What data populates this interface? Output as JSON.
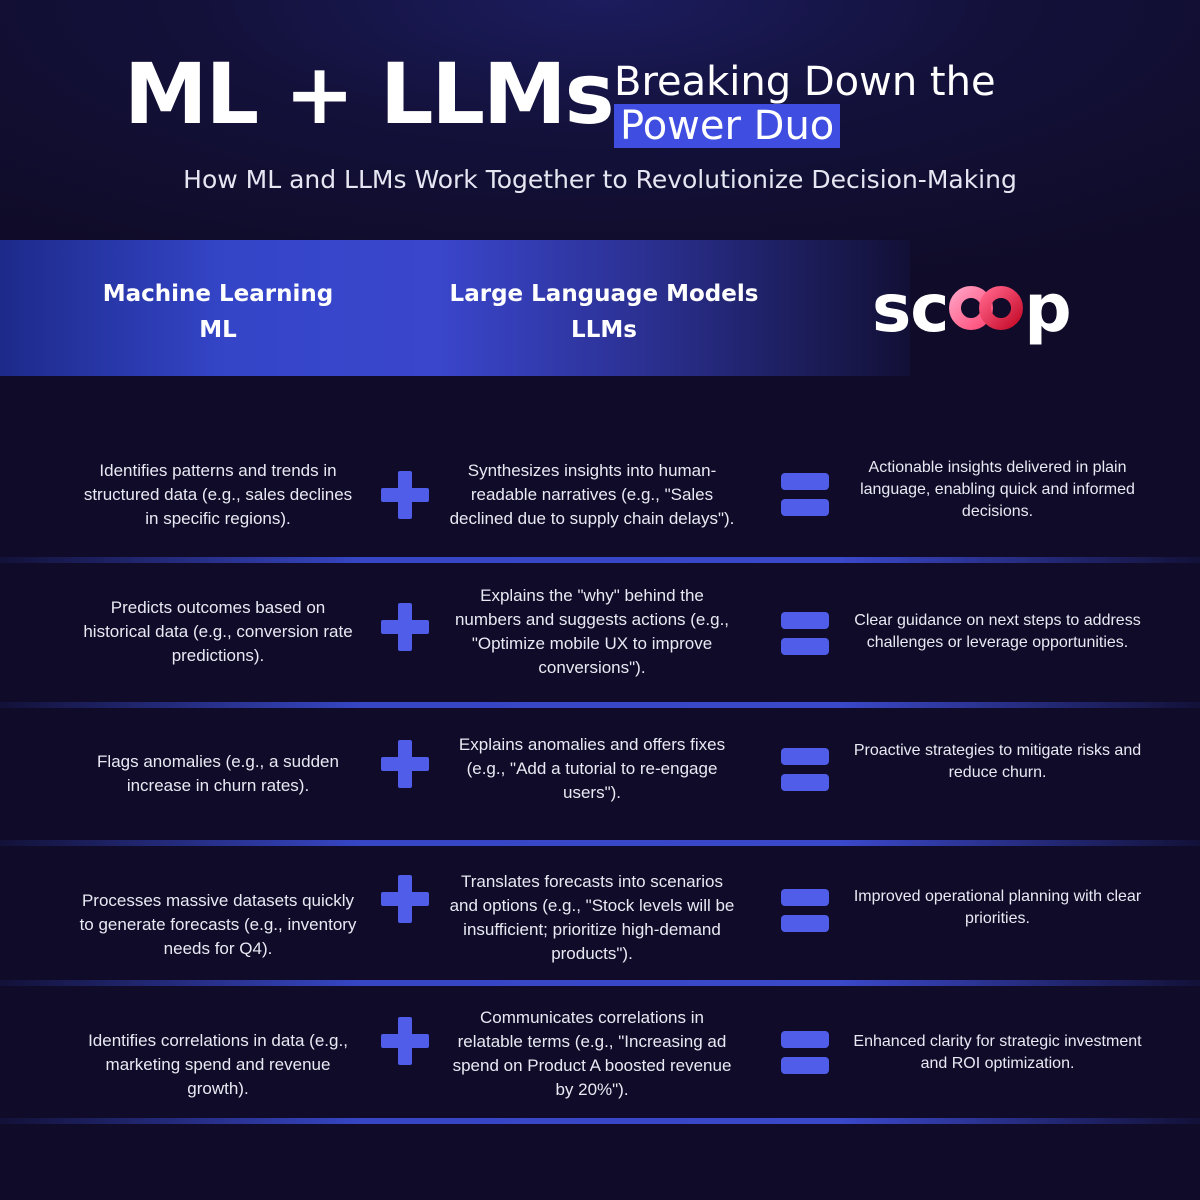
{
  "title": {
    "main": "ML + LLMs",
    "side_line1": "Breaking Down the",
    "side_line2": "Power Duo"
  },
  "subtitle": "How ML and LLMs Work Together to Revolutionize Decision-Making",
  "columns": {
    "ml": {
      "line1": "Machine Learning",
      "line2": "ML"
    },
    "llm": {
      "line1": "Large Language Models",
      "line2": "LLMs"
    }
  },
  "brand": {
    "name": "scoop",
    "left": "sc",
    "right": "p"
  },
  "colors": {
    "accent": "#4f5de8",
    "highlight": "#3f4ee0",
    "background": "#0f0b28",
    "brand_gradient": [
      "#ff7aa8",
      "#e0213f"
    ]
  },
  "icons": {
    "operator_add": "plus-icon",
    "operator_result": "equals-icon"
  },
  "rows": [
    {
      "ml": "Identifies patterns and trends in structured data (e.g., sales declines in specific regions).",
      "llm": "Synthesizes insights into human-readable narratives (e.g., \"Sales declined due to supply chain delays\").",
      "result": "Actionable insights delivered in plain language, enabling quick and informed decisions."
    },
    {
      "ml": "Predicts outcomes based on historical data (e.g., conversion rate predictions).",
      "llm": "Explains the \"why\" behind the numbers and suggests actions (e.g., \"Optimize mobile UX to improve conversions\").",
      "result": "Clear guidance on next steps to address challenges or leverage opportunities."
    },
    {
      "ml": "Flags anomalies (e.g., a sudden increase in churn rates).",
      "llm": "Explains anomalies and offers fixes (e.g., \"Add a tutorial to re-engage users\").",
      "result": "Proactive strategies to mitigate risks and reduce churn."
    },
    {
      "ml": "Processes massive datasets quickly to generate forecasts (e.g., inventory needs for Q4).",
      "llm": "Translates forecasts into scenarios and options (e.g., \"Stock levels will be insufficient; prioritize high-demand products\").",
      "result": "Improved operational planning with clear priorities."
    },
    {
      "ml": "Identifies correlations in data (e.g., marketing spend and revenue growth).",
      "llm": "Communicates correlations in relatable terms (e.g., \"Increasing ad spend on Product A boosted revenue by 20%\").",
      "result": "Enhanced clarity for strategic investment and ROI optimization."
    }
  ]
}
